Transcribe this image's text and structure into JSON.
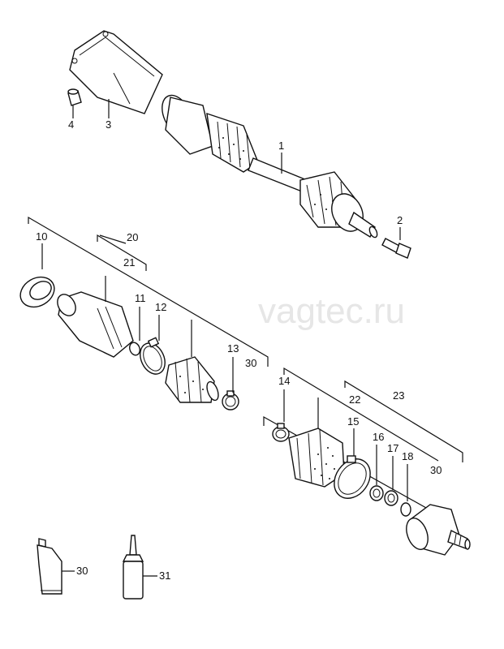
{
  "watermark": "vagtec.ru",
  "labels": {
    "l1": "1",
    "l2": "2",
    "l3": "3",
    "l4": "4",
    "l10": "10",
    "l11": "11",
    "l12": "12",
    "l13": "13",
    "l14": "14",
    "l15": "15",
    "l16": "16",
    "l17": "17",
    "l18": "18",
    "l20": "20",
    "l21": "21",
    "l22": "22",
    "l23": "23",
    "l30a": "30",
    "l30b": "30",
    "l30c": "30",
    "l31": "31"
  }
}
